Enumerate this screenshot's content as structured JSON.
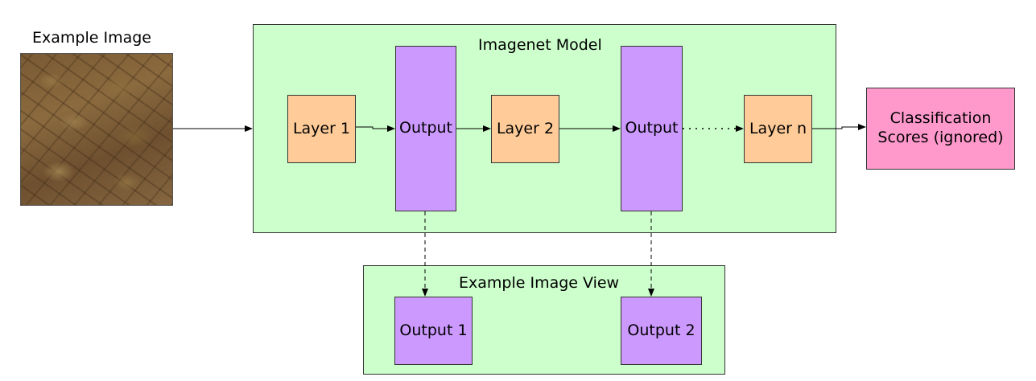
{
  "example_image": {
    "title": "Example Image"
  },
  "model": {
    "title": "Imagenet Model",
    "layers": [
      "Layer 1",
      "Layer 2",
      "Layer n"
    ],
    "outputs": [
      "Output",
      "Output"
    ]
  },
  "classification": {
    "label": "Classification Scores (ignored)"
  },
  "view": {
    "title": "Example Image View",
    "outputs": [
      "Output 1",
      "Output 2"
    ]
  },
  "colors": {
    "container": "#ccffcc",
    "layer": "#ffcc99",
    "output": "#cc99ff",
    "classification": "#ff99cc"
  }
}
